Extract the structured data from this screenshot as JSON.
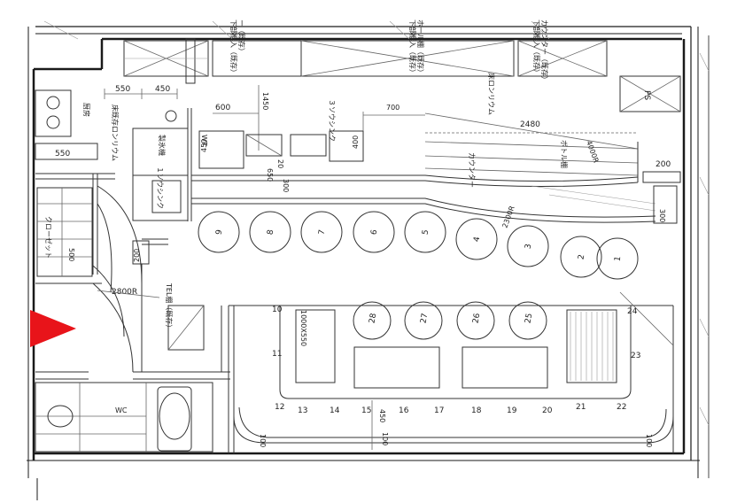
{
  "labels": {
    "exist_left": "ー（既存）\n下部框入（既存）",
    "exist_mid": "ホール棚（既存）\n下部框入（既存）",
    "exist_right": "カウンター（既存）\n下部框入（既存）",
    "kitchen": "厨房",
    "floor_vinyl_left": "床既存ロンリウム",
    "ice_machine": "製氷機",
    "sink": "１ソウシンク",
    "wt": "WT",
    "three_sink": "３ソウシンク",
    "floor_vinyl_right": "床ロンリウム",
    "bottle_shelf": "ボトル棚",
    "counter": "カウンター",
    "closet": "クローゼット",
    "tel_shelf": "TEL棚（既存）",
    "wc": "WC",
    "ps": "PS",
    "table_label": "1000X550"
  },
  "dims": {
    "d550": "550",
    "d450": "450",
    "d1450": "1450",
    "d600": "600",
    "d700": "700",
    "d2480": "2480",
    "d4000r": "4000R",
    "d200": "200",
    "d300": "300",
    "d450b": "450",
    "d400": "400",
    "d650": "650",
    "d20": "20",
    "d2300r": "2300R",
    "d2800r": "2800R",
    "d500": "500",
    "d450c": "450",
    "d100": "100",
    "d550b": "550"
  },
  "seats": [
    {
      "n": "9"
    },
    {
      "n": "8"
    },
    {
      "n": "7"
    },
    {
      "n": "6"
    },
    {
      "n": "5"
    },
    {
      "n": "4"
    },
    {
      "n": "3"
    },
    {
      "n": "2"
    },
    {
      "n": "1"
    }
  ],
  "table_seats": [
    {
      "n": "28"
    },
    {
      "n": "27"
    },
    {
      "n": "26"
    },
    {
      "n": "25"
    }
  ],
  "perimeter_numbers": {
    "n10": "10",
    "n11": "11",
    "n12": "12",
    "n13": "13",
    "n14": "14",
    "n15": "15",
    "n16": "16",
    "n17": "17",
    "n18": "18",
    "n19": "19",
    "n20": "20",
    "n21": "21",
    "n22": "22",
    "n23": "23",
    "n24": "24"
  },
  "colors": {
    "entrance_arrow": "#e8141a",
    "line": "#1a1a1a"
  },
  "icons": {
    "entrance": "entrance-arrow-icon"
  }
}
